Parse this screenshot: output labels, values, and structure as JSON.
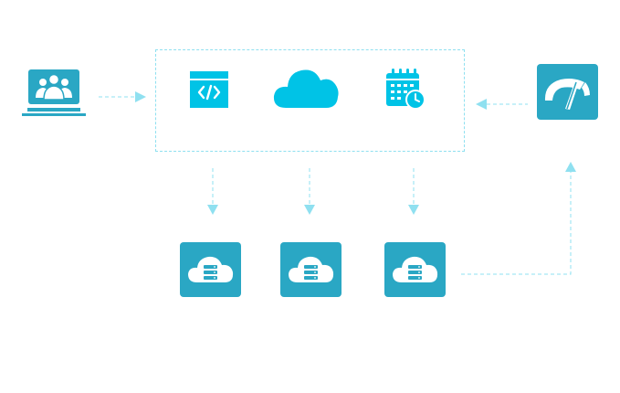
{
  "diagram": {
    "nodes": [
      {
        "id": "users-laptop",
        "icon": "users-laptop-icon"
      },
      {
        "id": "code-editor",
        "icon": "code-window-icon"
      },
      {
        "id": "cloud",
        "icon": "cloud-icon"
      },
      {
        "id": "schedule",
        "icon": "calendar-clock-icon"
      },
      {
        "id": "gauge",
        "icon": "speedometer-icon"
      },
      {
        "id": "cloud-server-1",
        "icon": "cloud-server-icon"
      },
      {
        "id": "cloud-server-2",
        "icon": "cloud-server-icon"
      },
      {
        "id": "cloud-server-3",
        "icon": "cloud-server-icon"
      }
    ],
    "edges": [
      {
        "from": "users-laptop",
        "to": "platform-group"
      },
      {
        "from": "gauge",
        "to": "platform-group"
      },
      {
        "from": "code-editor",
        "to": "cloud-server-1"
      },
      {
        "from": "cloud",
        "to": "cloud-server-2"
      },
      {
        "from": "schedule",
        "to": "cloud-server-3"
      },
      {
        "from": "cloud-server-3",
        "to": "gauge"
      }
    ],
    "colors": {
      "tile": "#2aa7c4",
      "icon_accent": "#00c3e6",
      "connector": "#8fe0f0",
      "laptop": "#2aa7c4"
    }
  }
}
